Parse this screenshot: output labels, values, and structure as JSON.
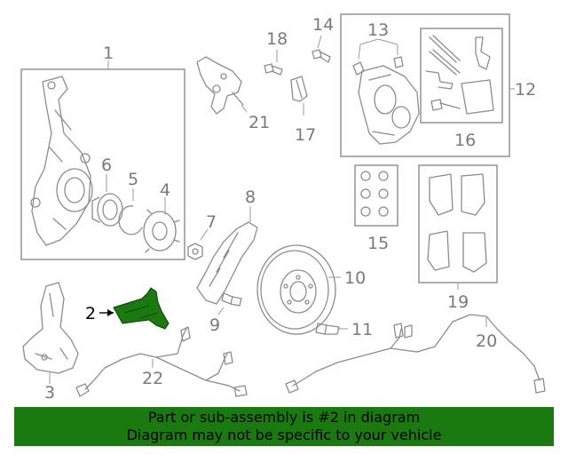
{
  "callouts": {
    "c1": "1",
    "c2": "2",
    "c3": "3",
    "c4": "4",
    "c5": "5",
    "c6": "6",
    "c7": "7",
    "c8": "8",
    "c9": "9",
    "c10": "10",
    "c11": "11",
    "c12": "12",
    "c13": "13",
    "c14": "14",
    "c15": "15",
    "c16": "16",
    "c17": "17",
    "c18": "18",
    "c19": "19",
    "c20": "20",
    "c21": "21",
    "c22": "22"
  },
  "highlight": {
    "part": "2",
    "color": "#1a7a10"
  },
  "banner": {
    "line1": "Part or sub-assembly is #2 in diagram",
    "line2": "Diagram may not be specific to your vehicle",
    "color": "#1a7a10"
  }
}
